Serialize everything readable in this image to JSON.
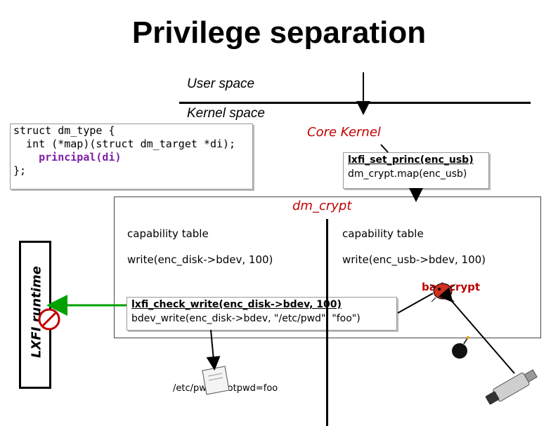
{
  "title": "Privilege separation",
  "spaces": {
    "user": "User space",
    "kernel": "Kernel space"
  },
  "struct_code": {
    "line1": "struct dm_type {",
    "line2": "  int (*map)(struct dm_target *di);",
    "line3": "    principal(di)",
    "line4": "};"
  },
  "core_kernel": {
    "label": "Core Kernel",
    "call1": "lxfi_set_princ(enc_usb)",
    "call2": "dm_crypt.map(enc_usb)"
  },
  "module": {
    "label": "dm_crypt",
    "left": {
      "cap_table": "capability table",
      "write": "write(enc_disk->bdev, 100)"
    },
    "right": {
      "cap_table": "capability table",
      "write": "write(enc_usb->bdev, 100)"
    },
    "check": "lxfi_check_write(enc_disk->bdev, 100)",
    "bdev_write": "bdev_write(enc_disk->bdev, \"/etc/pwd\", \"foo\")",
    "bad": "bad_crypt"
  },
  "runtime_label": "LXFI runtime",
  "file_text": "/etc/pwd: rootpwd=foo",
  "colors": {
    "accent": "#c00000",
    "annotation": "#7a1fa2",
    "arrow": "#00a000"
  },
  "icons": [
    "stop-icon",
    "bug-icon",
    "bomb-icon",
    "usb-drive-icon",
    "document-icon"
  ]
}
